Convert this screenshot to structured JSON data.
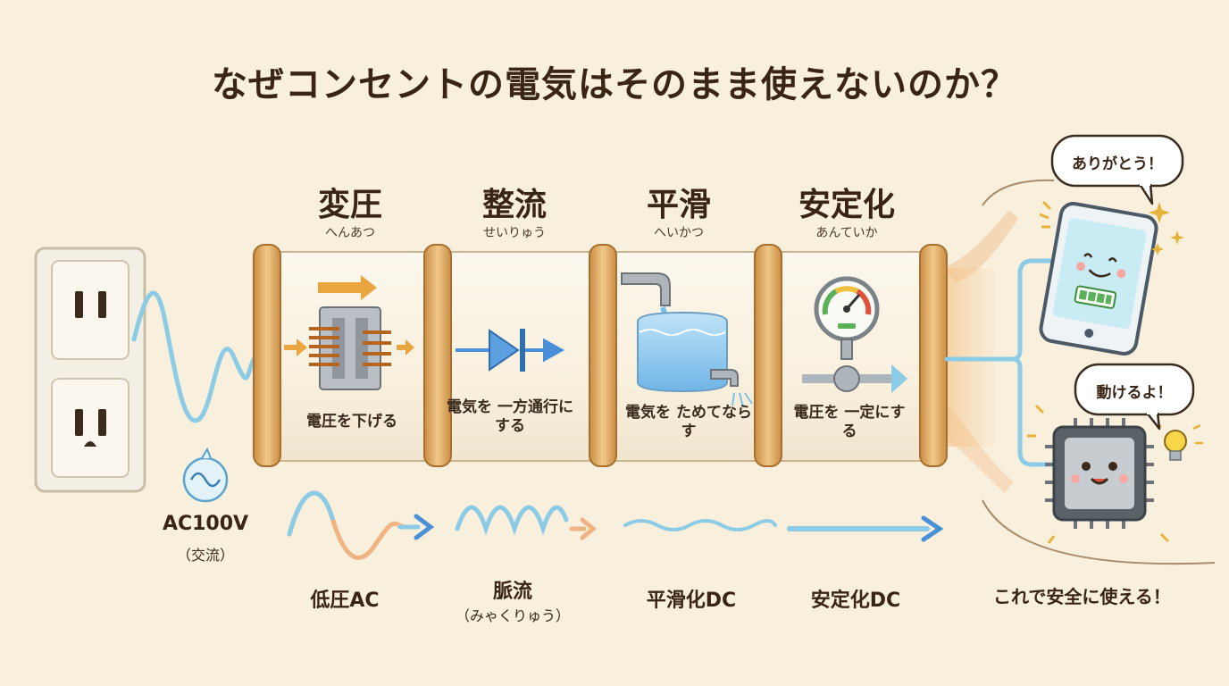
{
  "title": "なぜコンセントの電気はそのまま使えないのか？",
  "source": {
    "label": "AC100V",
    "sub": "（交流）"
  },
  "steps": [
    {
      "name": "変圧",
      "ruby": "へんあつ",
      "action": "電圧を下げる",
      "output": "低圧AC",
      "output_sub": ""
    },
    {
      "name": "整流",
      "ruby": "せいりゅう",
      "action": "電気を 一方通行にする",
      "output": "脈流",
      "output_sub": "（みゃくりゅう）"
    },
    {
      "name": "平滑",
      "ruby": "へいかつ",
      "action": "電気を ためてならす",
      "output": "平滑化DC",
      "output_sub": ""
    },
    {
      "name": "安定化",
      "ruby": "あんていか",
      "action": "電圧を 一定にする",
      "output": "安定化DC",
      "output_sub": ""
    }
  ],
  "devices": {
    "phone_bubble": "ありがとう！",
    "chip_bubble": "動けるよ！"
  },
  "conclusion": "これで安全に使える！",
  "colors": {
    "background": "#f8efdc",
    "wire": "#8ccbe6",
    "tube_ring": "#d9a35c",
    "arrow_orange": "#e8a546",
    "arrow_blue": "#4a90d9"
  },
  "icons": [
    "outlet-icon",
    "transformer-icon",
    "diode-icon",
    "water-tank-icon",
    "gauge-icon",
    "smartphone-icon",
    "chip-icon",
    "lightbulb-icon",
    "sparkle-icon"
  ]
}
